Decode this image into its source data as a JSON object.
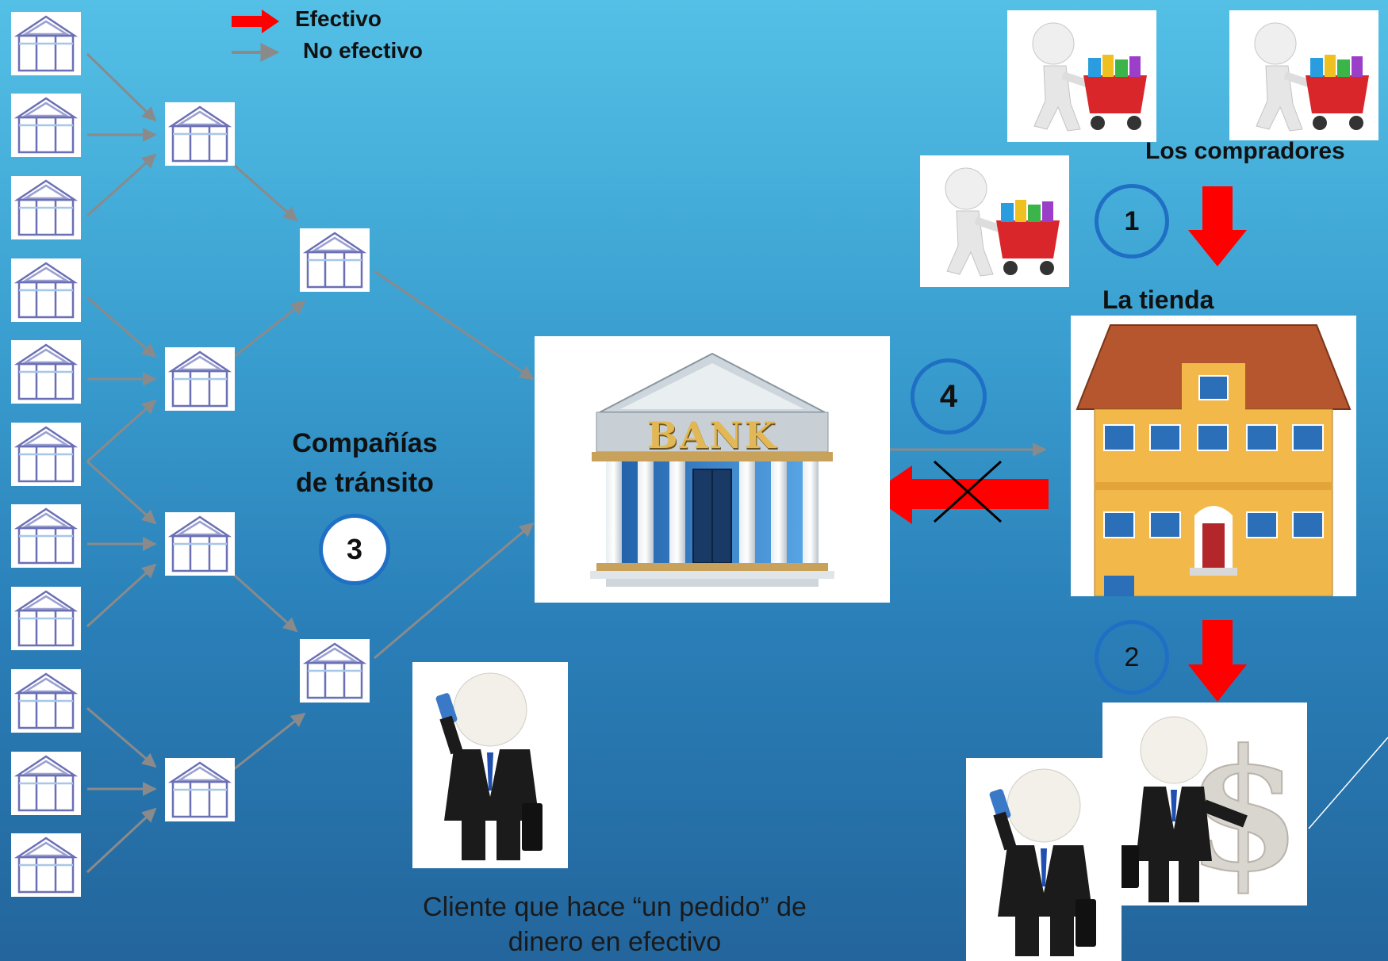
{
  "legend": {
    "cash_label": "Efectivo",
    "noncash_label": "No efectivo"
  },
  "labels": {
    "shoppers": "Los compradores",
    "store": "La tienda",
    "transit_line1": "Compañías",
    "transit_line2": "de tránsito",
    "client_line1": "Cliente que hace “un pedido” de",
    "client_line2": "dinero en efectivo",
    "bank_sign": "BANK"
  },
  "steps": {
    "s1": "1",
    "s2": "2",
    "s3": "3",
    "s4": "4"
  },
  "colors": {
    "cash": "#ff0000",
    "noncash": "#8a8a8a",
    "step_ring": "#1f6fc4"
  },
  "icons": [
    "greenhouse-icon",
    "bank-icon",
    "shopper-cart-icon",
    "store-building-icon",
    "businessman-icon",
    "dollar-icon"
  ]
}
